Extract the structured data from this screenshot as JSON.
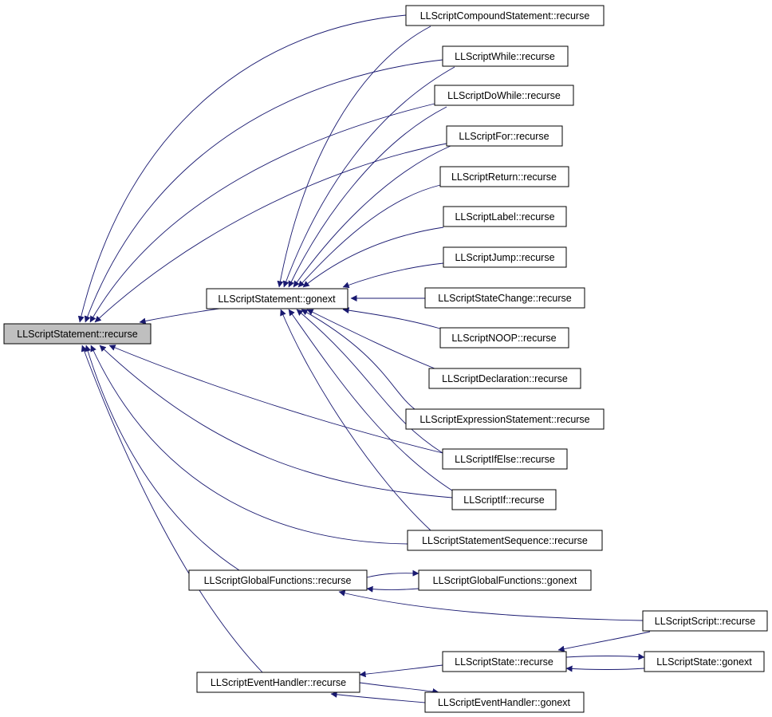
{
  "colors": {
    "edge": "#191970",
    "arrowhead": "#191970",
    "root_fill": "#bfbfbf",
    "node_fill": "#ffffff",
    "border": "#000000"
  },
  "nodes": {
    "stmt_recurse": "LLScriptStatement::recurse",
    "stmt_gonext": "LLScriptStatement::gonext",
    "compound": "LLScriptCompoundStatement::recurse",
    "while": "LLScriptWhile::recurse",
    "dowhile": "LLScriptDoWhile::recurse",
    "for": "LLScriptFor::recurse",
    "return": "LLScriptReturn::recurse",
    "label": "LLScriptLabel::recurse",
    "jump": "LLScriptJump::recurse",
    "statechange": "LLScriptStateChange::recurse",
    "noop": "LLScriptNOOP::recurse",
    "declaration": "LLScriptDeclaration::recurse",
    "exprstmt": "LLScriptExpressionStatement::recurse",
    "ifelse": "LLScriptIfElse::recurse",
    "if": "LLScriptIf::recurse",
    "sequence": "LLScriptStatementSequence::recurse",
    "gf_recurse": "LLScriptGlobalFunctions::recurse",
    "gf_gonext": "LLScriptGlobalFunctions::gonext",
    "script_recurse": "LLScriptScript::recurse",
    "state_recurse": "LLScriptState::recurse",
    "state_gonext": "LLScriptState::gonext",
    "eh_recurse": "LLScriptEventHandler::recurse",
    "eh_gonext": "LLScriptEventHandler::gonext"
  },
  "edges": [
    {
      "from": "compound",
      "to": "stmt_recurse"
    },
    {
      "from": "while",
      "to": "stmt_recurse"
    },
    {
      "from": "dowhile",
      "to": "stmt_recurse"
    },
    {
      "from": "for",
      "to": "stmt_recurse"
    },
    {
      "from": "stmt_gonext",
      "to": "stmt_recurse"
    },
    {
      "from": "ifelse",
      "to": "stmt_recurse"
    },
    {
      "from": "if",
      "to": "stmt_recurse"
    },
    {
      "from": "sequence",
      "to": "stmt_recurse"
    },
    {
      "from": "gf_recurse",
      "to": "stmt_recurse"
    },
    {
      "from": "eh_recurse",
      "to": "stmt_recurse"
    },
    {
      "from": "compound",
      "to": "stmt_gonext"
    },
    {
      "from": "while",
      "to": "stmt_gonext"
    },
    {
      "from": "dowhile",
      "to": "stmt_gonext"
    },
    {
      "from": "for",
      "to": "stmt_gonext"
    },
    {
      "from": "return",
      "to": "stmt_gonext"
    },
    {
      "from": "label",
      "to": "stmt_gonext"
    },
    {
      "from": "jump",
      "to": "stmt_gonext"
    },
    {
      "from": "statechange",
      "to": "stmt_gonext"
    },
    {
      "from": "noop",
      "to": "stmt_gonext"
    },
    {
      "from": "declaration",
      "to": "stmt_gonext"
    },
    {
      "from": "exprstmt",
      "to": "stmt_gonext"
    },
    {
      "from": "ifelse",
      "to": "stmt_gonext"
    },
    {
      "from": "if",
      "to": "stmt_gonext"
    },
    {
      "from": "sequence",
      "to": "stmt_gonext"
    },
    {
      "from": "gf_recurse",
      "to": "gf_gonext"
    },
    {
      "from": "gf_gonext",
      "to": "gf_recurse"
    },
    {
      "from": "script_recurse",
      "to": "gf_recurse"
    },
    {
      "from": "script_recurse",
      "to": "state_recurse"
    },
    {
      "from": "state_recurse",
      "to": "state_gonext"
    },
    {
      "from": "state_gonext",
      "to": "state_recurse"
    },
    {
      "from": "state_recurse",
      "to": "eh_recurse"
    },
    {
      "from": "eh_recurse",
      "to": "eh_gonext"
    },
    {
      "from": "eh_gonext",
      "to": "eh_recurse"
    }
  ]
}
